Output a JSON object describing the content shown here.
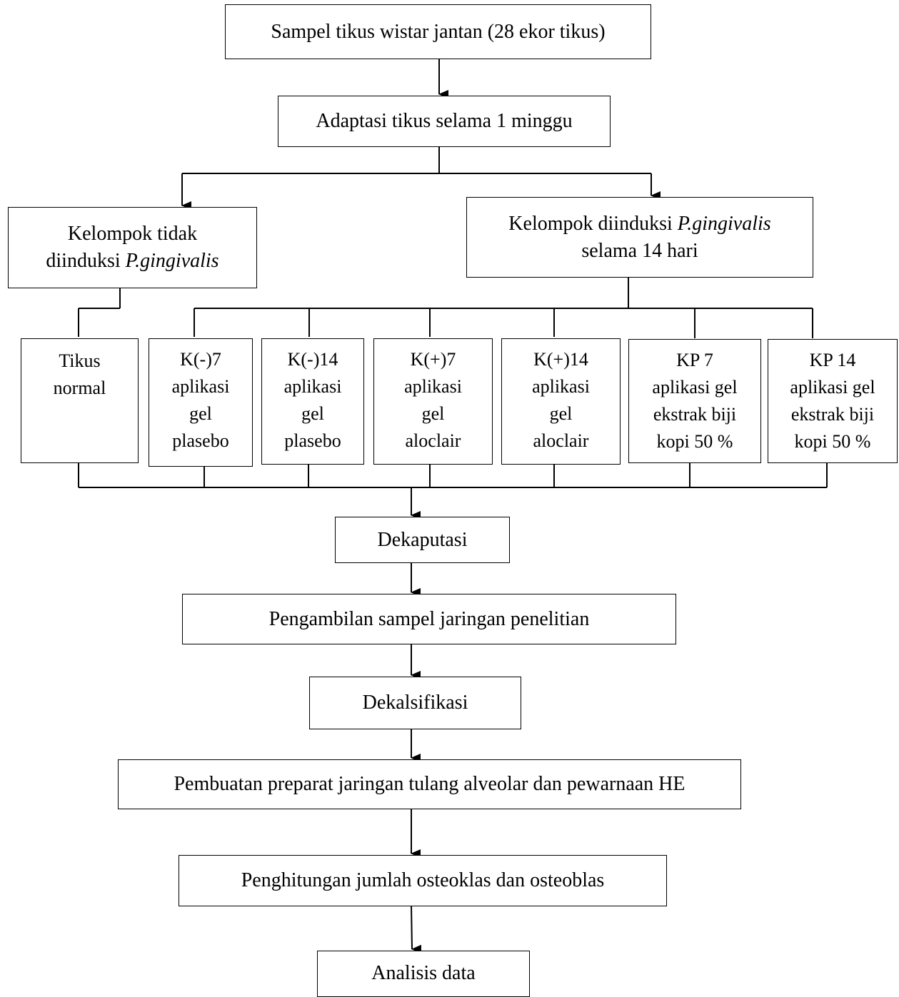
{
  "nodes": {
    "sample": "Sampel tikus wistar jantan (28 ekor tikus)",
    "adaptation": "Adaptasi tikus selama 1 minggu",
    "not_induced": {
      "line1": "Kelompok tidak",
      "line2_prefix": "diinduksi ",
      "line2_italic": "P.gingivalis"
    },
    "induced": {
      "line1_prefix": "Kelompok diinduksi ",
      "line1_italic": "P.gingivalis",
      "line2": "selama 14 hari"
    },
    "normal": [
      "Tikus",
      "normal"
    ],
    "k_neg_7": [
      "K(-)7",
      "aplikasi",
      "gel",
      "plasebo"
    ],
    "k_neg_14": [
      "K(-)14",
      "aplikasi",
      "gel",
      "plasebo"
    ],
    "k_pos_7": [
      "K(+)7",
      "aplikasi",
      "gel",
      "aloclair"
    ],
    "k_pos_14": [
      "K(+)14",
      "aplikasi",
      "gel",
      "aloclair"
    ],
    "kp_7": [
      "KP 7",
      "aplikasi gel",
      "ekstrak biji",
      "kopi  50 %"
    ],
    "kp_14": [
      "KP 14",
      "aplikasi gel",
      "ekstrak biji",
      "kopi 50 %"
    ],
    "decapitation": "Dekaputasi",
    "tissue_sampling": "Pengambilan sampel jaringan penelitian",
    "decalcification": "Dekalsifikasi",
    "preparation": "Pembuatan preparat jaringan tulang alveolar dan pewarnaan HE",
    "counting": "Penghitungan jumlah osteoklas dan osteoblas",
    "analysis": "Analisis data"
  }
}
